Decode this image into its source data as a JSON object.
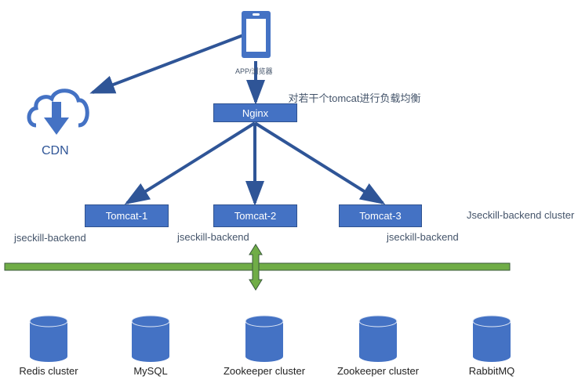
{
  "client": {
    "label": "APP/浏览器",
    "icon": "mobile-phone-icon"
  },
  "cdn": {
    "label": "CDN",
    "icon": "cloud-download-icon"
  },
  "nginx": {
    "label": "Nginx",
    "note": "对若干个tomcat进行负载均衡"
  },
  "tomcats": [
    {
      "label": "Tomcat-1",
      "app": "jseckill-backend"
    },
    {
      "label": "Tomcat-2",
      "app": "jseckill-backend"
    },
    {
      "label": "Tomcat-3",
      "app": "jseckill-backend"
    }
  ],
  "cluster_label": "Jseckill-backend cluster",
  "datastores": [
    {
      "label": "Redis cluster"
    },
    {
      "label": "MySQL"
    },
    {
      "label": "Zookeeper cluster"
    },
    {
      "label": "Zookeeper cluster"
    },
    {
      "label": "RabbitMQ"
    }
  ],
  "colors": {
    "box": "#4472c4",
    "line": "#2f5597",
    "bus": "#70ad47"
  }
}
